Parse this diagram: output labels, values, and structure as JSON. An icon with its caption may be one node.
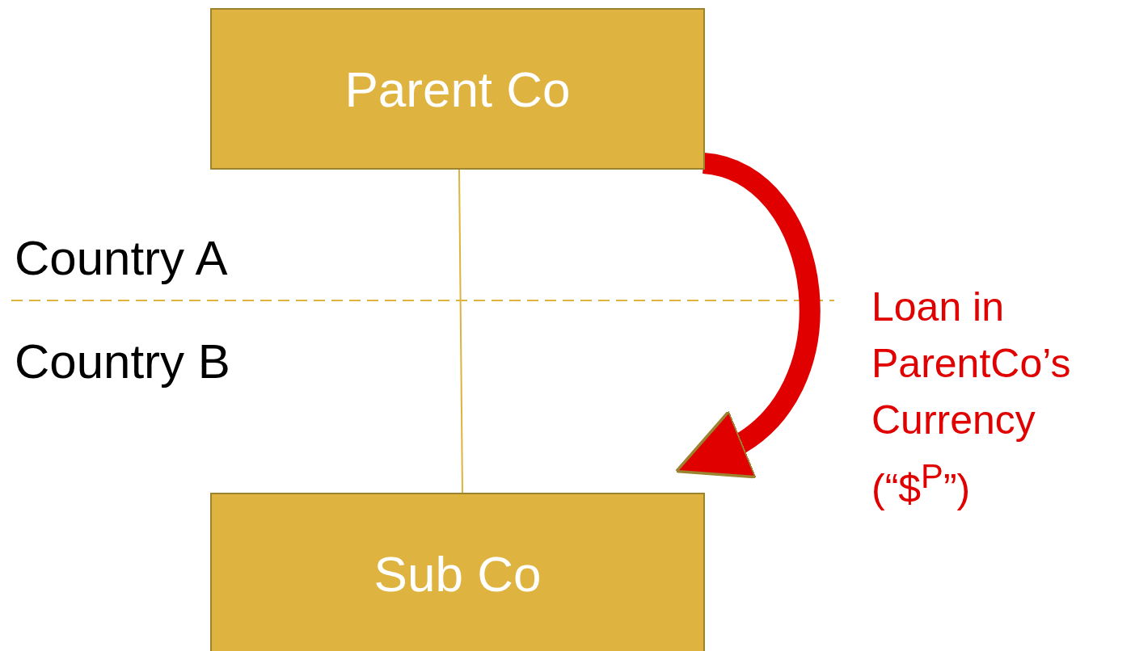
{
  "diagram": {
    "nodes": [
      {
        "text": [
          "Parent Co"
        ]
      },
      {
        "text": [
          "Sub Co"
        ]
      }
    ],
    "edges": [
      {
        "from": 0,
        "to": 1,
        "arrow": "none"
      },
      {
        "from": 0,
        "to": 1,
        "arrow": "to",
        "style": "thick",
        "color": "#e00000",
        "label": "Loan in ParentCo’s Currency (“$$^{P}$”)"
      }
    ],
    "labels": [
      "Country A",
      "Country B"
    ]
  }
}
